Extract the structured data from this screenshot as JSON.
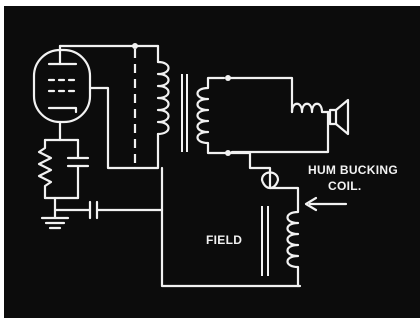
{
  "diagram": {
    "colors": {
      "background": "#0c0c0c",
      "ink": "#f2f2f2",
      "frame": "#ffffff"
    },
    "labels": {
      "hum_line1": "HUM BUCKING",
      "hum_line2": "COIL.",
      "field": "FIELD"
    }
  }
}
